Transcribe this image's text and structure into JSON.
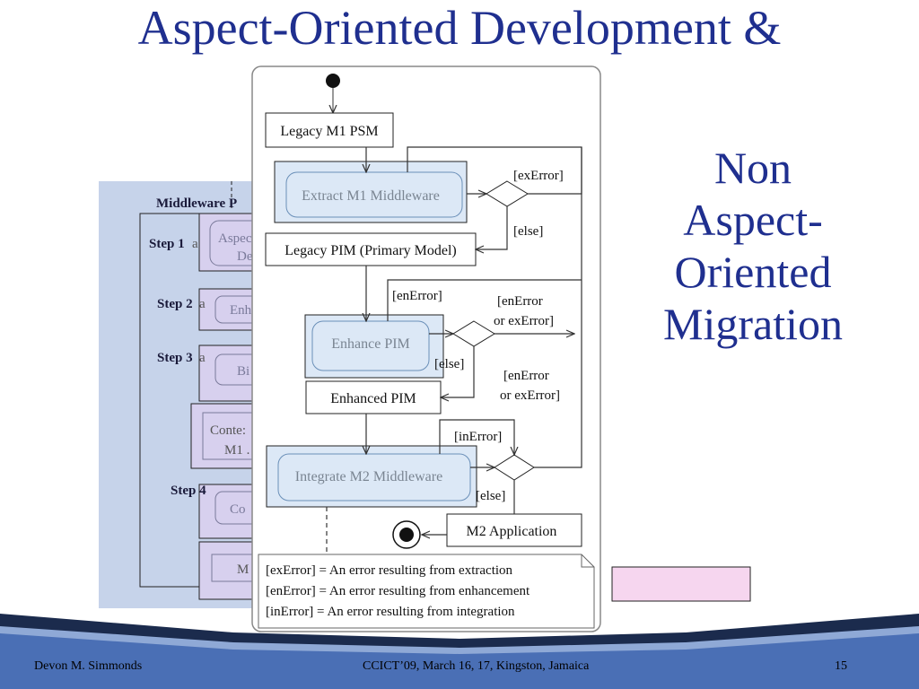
{
  "slide": {
    "title": "Aspect-Oriented Development &",
    "side_text": [
      "Non",
      "Aspect-",
      "Oriented",
      "Migration"
    ]
  },
  "background_figure": {
    "section_label": "Middleware P",
    "steps": [
      "Step 1",
      "Step 2",
      "Step 3",
      "Step 4"
    ],
    "box_fragments": [
      "Aspec",
      "De",
      "Enh",
      "Bi",
      "Conte:",
      "M1 .",
      "Co",
      "M"
    ],
    "trailing_letters": [
      "a",
      "a",
      "a"
    ]
  },
  "diagram": {
    "nodes": {
      "legacy_psm": "Legacy M1 PSM",
      "extract": "Extract M1 Middleware",
      "legacy_pim": "Legacy PIM (Primary Model)",
      "enhance": "Enhance PIM",
      "enhanced_pim": "Enhanced PIM",
      "integrate": "Integrate M2 Middleware",
      "m2_app": "M2 Application"
    },
    "guards": {
      "ex_error": "[exError]",
      "else_1": "[else]",
      "en_error": "[enError]",
      "en_or_ex_1": [
        "[enError",
        "or exError]"
      ],
      "else_2": "[else]",
      "en_or_ex_2": [
        "[enError",
        "or exError]"
      ],
      "in_error": "[inError]",
      "else_3": "[else]"
    },
    "legend": [
      "[exError] = An error resulting from extraction",
      "[enError] = An error resulting from enhancement",
      "[inError] = An error resulting from integration"
    ]
  },
  "footer": {
    "author": "Devon M. Simmonds",
    "conference": "CCICT’09, March 16, 17, Kingston, Jamaica",
    "page": "15"
  },
  "colors": {
    "title": "#1f2f8f",
    "footer_band": "#4a6fb5",
    "footer_dark": "#1b2b4d",
    "diagram_fill": "#dce8f6",
    "diagram_stroke": "#6a8fb8",
    "bg_panel": "#c6d3ea",
    "bg_box": "#d7d0ee",
    "pink": "#f6d6ef"
  }
}
